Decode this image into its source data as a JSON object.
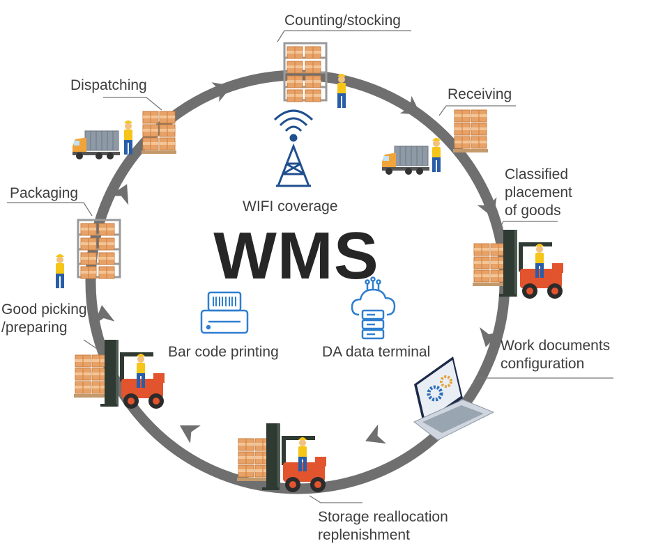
{
  "center": {
    "title": "WMS",
    "features": {
      "wifi": "WIFI coverage",
      "barcode": "Bar code printing",
      "terminal": "DA data terminal"
    }
  },
  "stages": {
    "counting": "Counting/stocking",
    "receiving": "Receiving",
    "classified": [
      "Classified",
      "placement",
      "of goods"
    ],
    "work_docs": [
      "Work documents",
      "configuration"
    ],
    "storage": [
      "Storage reallocation",
      "replenishment"
    ],
    "picking": [
      "Good picking",
      "/preparing"
    ],
    "packaging": "Packaging",
    "dispatching": "Dispatching"
  },
  "colors": {
    "ring": "#6f6f6f",
    "navy": "#1f4f8f",
    "blue_icon": "#3d8fd6",
    "box": "#e8a267",
    "forklift": "#e2542e",
    "text": "#3d3d3d"
  }
}
